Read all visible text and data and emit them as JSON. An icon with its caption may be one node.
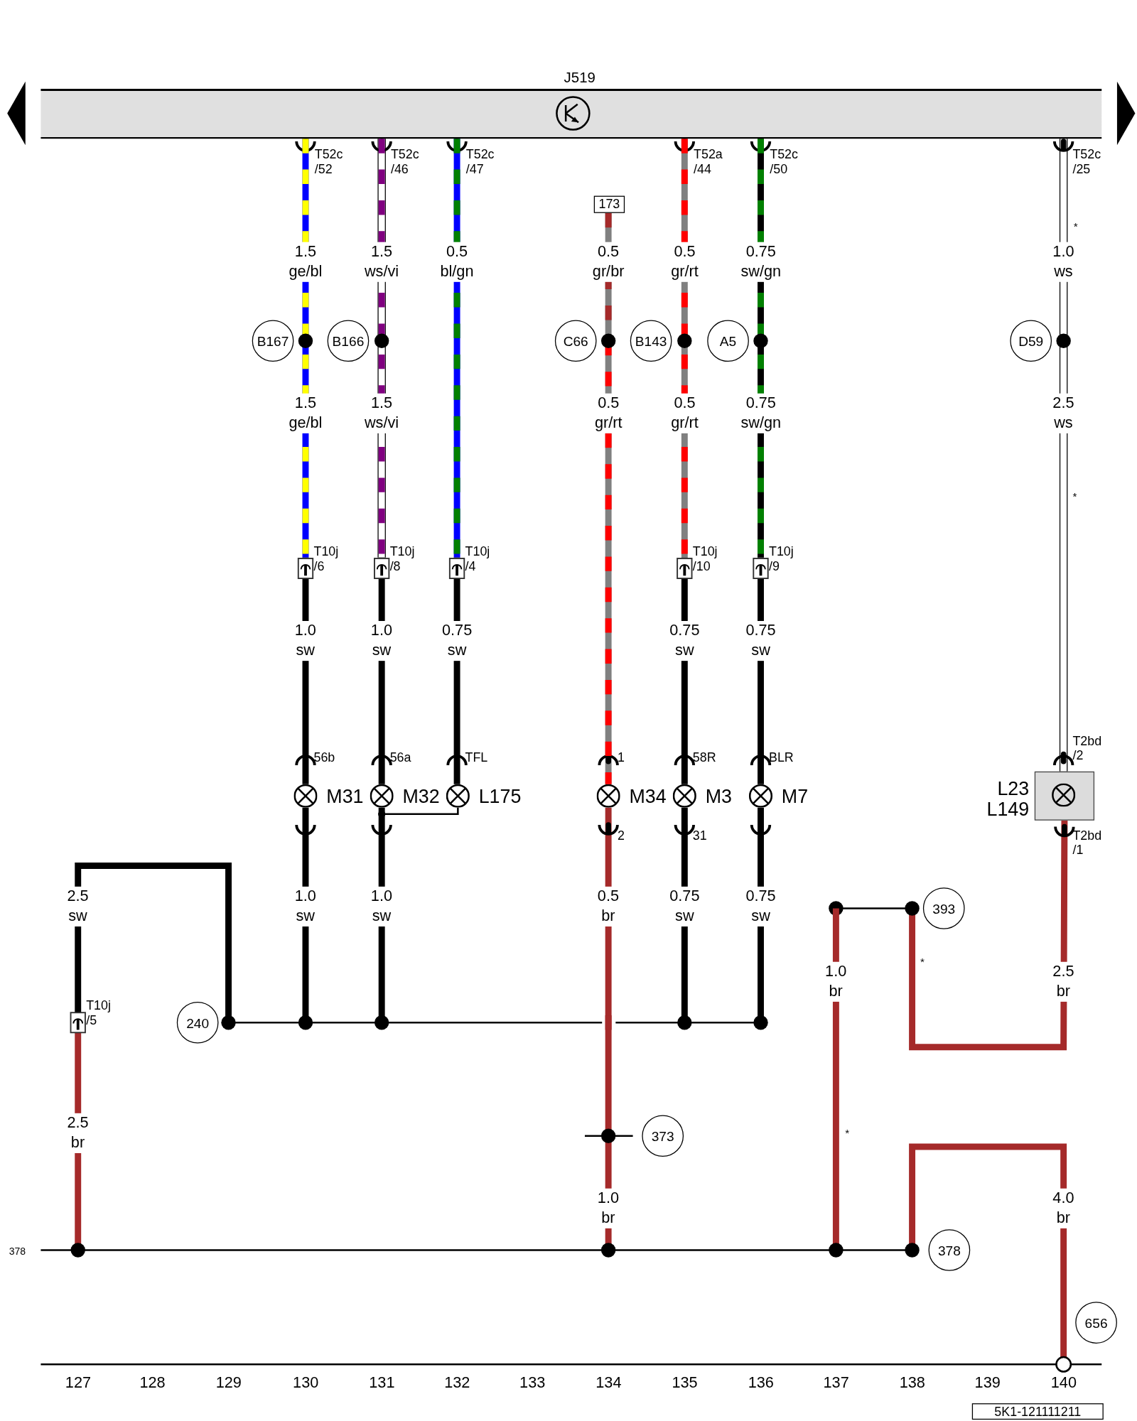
{
  "diagram": {
    "nodes": [
      {
        "text": [
          "J519"
        ]
      },
      {
        "text": [
          "173"
        ]
      },
      {
        "text": [
          "B167"
        ]
      },
      {
        "text": [
          "B166"
        ]
      },
      {
        "text": [
          "C66"
        ]
      },
      {
        "text": [
          "B143"
        ]
      },
      {
        "text": [
          "A5"
        ]
      },
      {
        "text": [
          "D59"
        ]
      },
      {
        "text": [],
        "shape": "circle",
        "beside": [
          "M31"
        ]
      },
      {
        "text": [],
        "shape": "circle",
        "beside": [
          "M32"
        ]
      },
      {
        "text": [],
        "shape": "circle",
        "beside": [
          "L175"
        ]
      },
      {
        "text": [],
        "shape": "circle",
        "beside": [
          "M34"
        ]
      },
      {
        "text": [],
        "shape": "circle",
        "beside": [
          "M3"
        ]
      },
      {
        "text": [],
        "shape": "circle",
        "beside": [
          "M7"
        ]
      },
      {
        "text": [],
        "shape": "box",
        "beside": [
          "L23",
          "L149"
        ]
      },
      {
        "text": [
          "393"
        ]
      },
      {
        "text": [
          "240"
        ]
      },
      {
        "text": [
          "373"
        ]
      },
      {
        "text": [
          "378"
        ]
      },
      {
        "text": [
          "656"
        ]
      }
    ],
    "edges": [
      {
        "from": 0,
        "to": 8,
        "arrow": "other",
        "color": "#0000ff"
      },
      {
        "from": 0,
        "to": 9,
        "arrow": "other"
      },
      {
        "from": 0,
        "to": 10,
        "arrow": "other",
        "color": "#0000ff"
      },
      {
        "from": 1,
        "to": 11,
        "arrow": "other",
        "color": "#808080"
      },
      {
        "from": 0,
        "to": 12,
        "arrow": "other",
        "color": "#808080"
      },
      {
        "from": 0,
        "to": 13,
        "arrow": "other"
      },
      {
        "from": 0,
        "to": 14,
        "arrow": "other"
      },
      {
        "from": 8,
        "to": null,
        "arrow": "other"
      },
      {
        "from": 9,
        "to": null,
        "arrow": "other"
      },
      {
        "from": 10,
        "to": 9,
        "arrow": "other"
      },
      {
        "from": 11,
        "to": 17,
        "arrow": "other",
        "color": "#a52a2a"
      },
      {
        "from": 12,
        "to": null,
        "arrow": "other"
      },
      {
        "from": 13,
        "to": null,
        "arrow": "other"
      },
      {
        "from": 14,
        "to": 15,
        "arrow": "other",
        "color": "#a52a2a"
      },
      {
        "from": 17,
        "to": null,
        "arrow": "none",
        "label": "1.0 br",
        "color": "#a52a2a"
      },
      {
        "from": null,
        "to": 15,
        "arrow": "other"
      }
    ],
    "labels": [
      "T52c /52",
      "T52c /46",
      "T52c /47",
      "T52a /44",
      "T52c /50",
      "T52c /25",
      "*",
      "1.5 ge/bl",
      "1.5 ws/vi",
      "0.5 bl/gn",
      "0.5 gr/br",
      "0.5 gr/rt",
      "0.75 sw/gn",
      "1.0 ws",
      "1.5 ge/bl",
      "1.5 ws/vi",
      "0.5 gr/rt",
      "0.5 gr/rt",
      "0.75 sw/gn",
      "2.5 ws",
      "*",
      "T10j /6",
      "T10j /8",
      "T10j /4",
      "T10j /10",
      "T10j /9",
      "1.0 sw",
      "1.0 sw",
      "0.75 sw",
      "0.75 sw",
      "0.75 sw",
      "T2bd /2",
      "56b",
      "56a",
      "TFL",
      "1",
      "58R",
      "BLR",
      "2",
      "31",
      "T2bd /1",
      "2.5 sw",
      "1.0 sw",
      "1.0 sw",
      "0.5 br",
      "0.75 sw",
      "0.75 sw",
      "1.0 br",
      "*",
      "2.5 br",
      "T10j /5",
      "2.5 br",
      "*",
      "4.0 br",
      "378",
      "127",
      "128",
      "129",
      "130",
      "131",
      "132",
      "133",
      "134",
      "135",
      "136",
      "137",
      "138",
      "139",
      "140",
      "5K1-121111211"
    ]
  }
}
